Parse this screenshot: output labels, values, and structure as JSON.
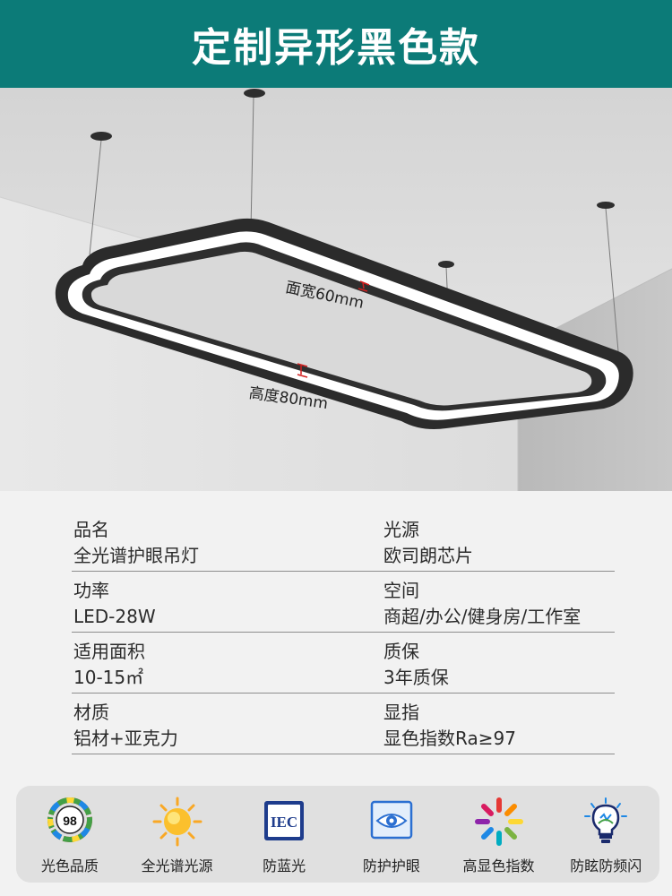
{
  "header": {
    "title": "定制异形黑色款"
  },
  "scene": {
    "width_label": "面宽60mm",
    "height_label": "高度80mm"
  },
  "specs": [
    {
      "left": {
        "label": "品名",
        "value": "全光谱护眼吊灯"
      },
      "right": {
        "label": "光源",
        "value": "欧司朗芯片"
      }
    },
    {
      "left": {
        "label": "功率",
        "value": "LED-28W"
      },
      "right": {
        "label": "空间",
        "value": "商超/办公/健身房/工作室"
      }
    },
    {
      "left": {
        "label": "适用面积",
        "value": "10-15㎡"
      },
      "right": {
        "label": "质保",
        "value": "3年质保"
      }
    },
    {
      "left": {
        "label": "材质",
        "value": "铝材+亚克力"
      },
      "right": {
        "label": "显指",
        "value": "显色指数Ra≥97"
      }
    }
  ],
  "features": [
    {
      "icon": "cri-98-icon",
      "label": "光色品质",
      "badge": "98"
    },
    {
      "icon": "sun-icon",
      "label": "全光谱光源"
    },
    {
      "icon": "iec-icon",
      "label": "防蓝光",
      "badge": "IEC"
    },
    {
      "icon": "eye-icon",
      "label": "防护护眼"
    },
    {
      "icon": "color-wheel-icon",
      "label": "高显色指数"
    },
    {
      "icon": "bulb-icon",
      "label": "防眩防频闪"
    }
  ],
  "colors": {
    "header_bg": "#0c7b78",
    "lamp_body": "#2b2b2b"
  }
}
